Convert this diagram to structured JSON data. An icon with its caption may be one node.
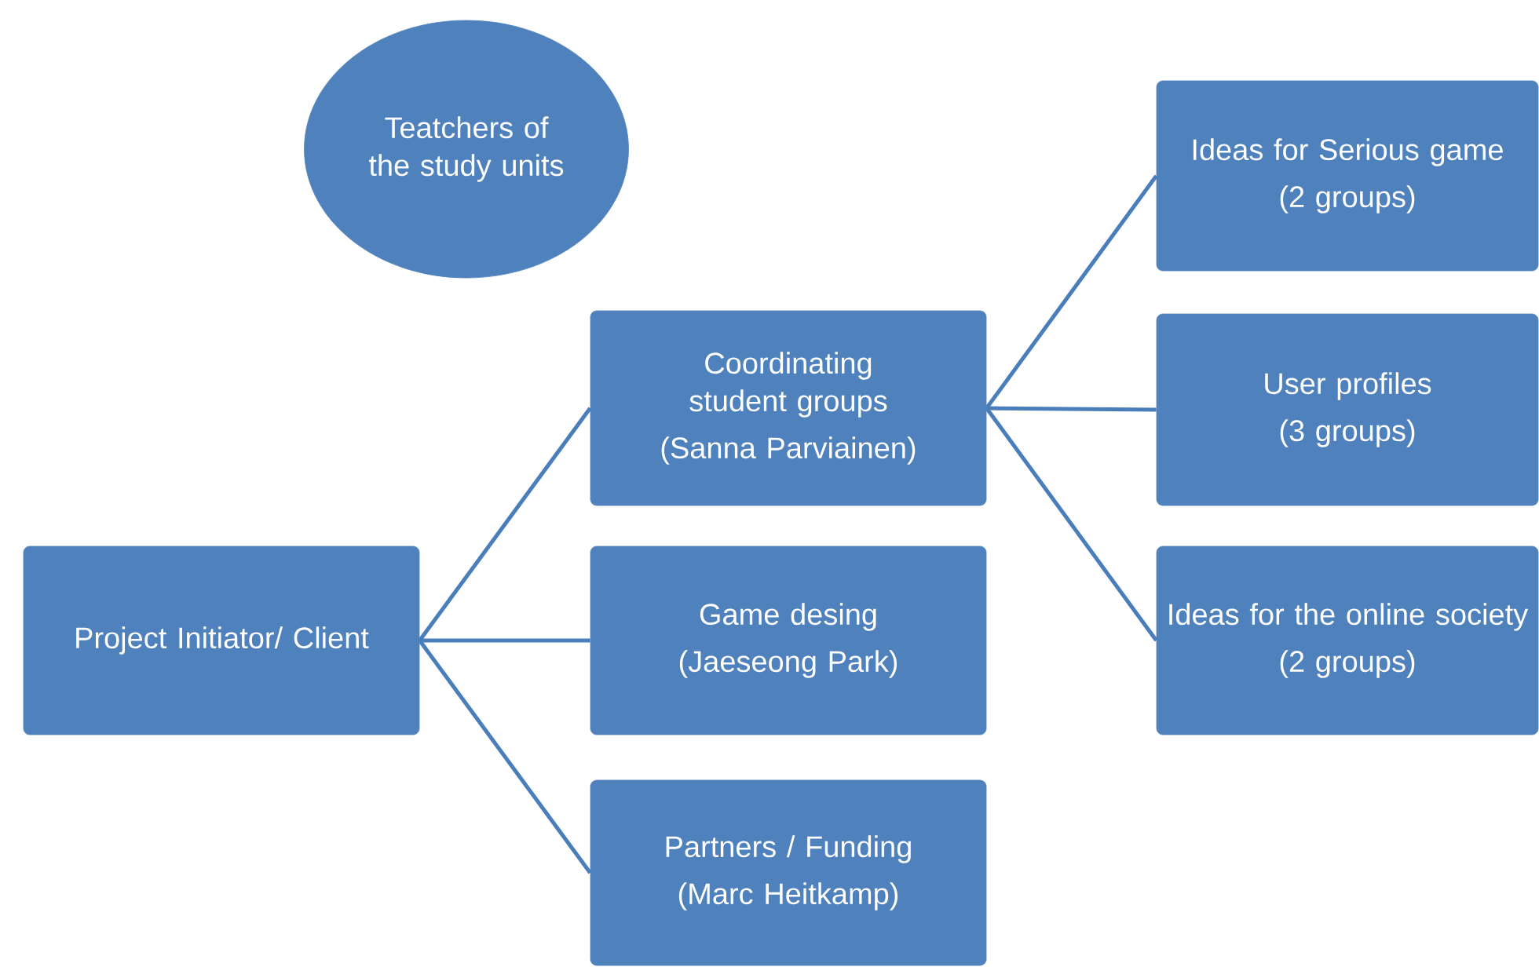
{
  "diagram": {
    "nodes": [
      {
        "text": [
          "Teatchers of the study units"
        ]
      },
      {
        "text": [
          "Project Initiator/ Client"
        ]
      },
      {
        "text": [
          "Coordinating student groups",
          "(Sanna Parviainen)"
        ]
      },
      {
        "text": [
          "Game desing",
          "(Jaeseong Park)"
        ]
      },
      {
        "text": [
          "Partners / Funding",
          "(Marc Heitkamp)"
        ]
      },
      {
        "text": [
          "Ideas for Serious game",
          "(2  groups)"
        ]
      },
      {
        "text": [
          "User profiles",
          "(3 groups)"
        ]
      },
      {
        "text": [
          "Ideas for the online society",
          "(2 groups)"
        ]
      }
    ],
    "edges": [
      {
        "from": 1,
        "to": 2,
        "arrow": "none"
      },
      {
        "from": 1,
        "to": 3,
        "arrow": "none"
      },
      {
        "from": 1,
        "to": 4,
        "arrow": "none"
      },
      {
        "from": 2,
        "to": 5,
        "arrow": "none"
      },
      {
        "from": 2,
        "to": 6,
        "arrow": "none"
      },
      {
        "from": 2,
        "to": 7,
        "arrow": "none"
      }
    ]
  }
}
